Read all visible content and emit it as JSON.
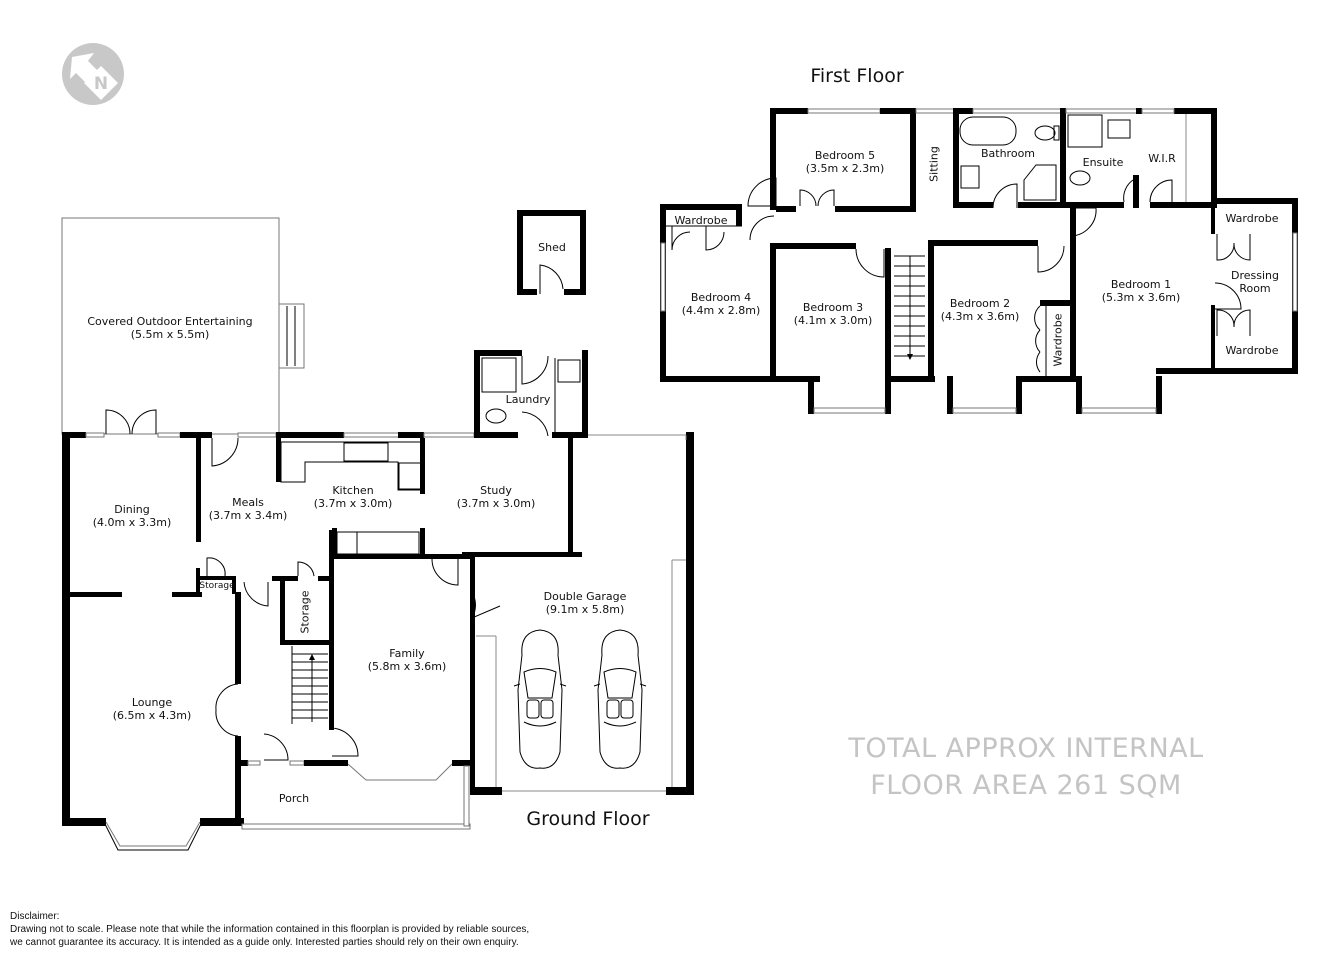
{
  "compass": {
    "icon": "north-arrow-icon",
    "letter": "N",
    "color": "#c8c8c8"
  },
  "first_floor": {
    "title": "First Floor",
    "rooms": [
      {
        "name": "Bedroom 5",
        "size": "(3.5m x 2.3m)"
      },
      {
        "name": "Sitting"
      },
      {
        "name": "Bathroom"
      },
      {
        "name": "Ensuite"
      },
      {
        "name": "W.I.R"
      },
      {
        "name": "Wardrobe"
      },
      {
        "name": "Bedroom 4",
        "size": "(4.4m x 2.8m)"
      },
      {
        "name": "Bedroom 3",
        "size": "(4.1m x 3.0m)"
      },
      {
        "name": "Bedroom 2",
        "size": "(4.3m x 3.6m)"
      },
      {
        "name": "Wardrobe"
      },
      {
        "name": "Bedroom 1",
        "size": "(5.3m x 3.6m)"
      },
      {
        "name": "Wardrobe"
      },
      {
        "name": "Dressing Room"
      },
      {
        "name": "Wardrobe"
      }
    ]
  },
  "ground_floor": {
    "title": "Ground Floor",
    "rooms": [
      {
        "name": "Covered Outdoor Entertaining",
        "size": "(5.5m x 5.5m)"
      },
      {
        "name": "Shed"
      },
      {
        "name": "Laundry"
      },
      {
        "name": "Dining",
        "size": "(4.0m x 3.3m)"
      },
      {
        "name": "Meals",
        "size": "(3.7m x 3.4m)"
      },
      {
        "name": "Kitchen",
        "size": "(3.7m x 3.0m)"
      },
      {
        "name": "Study",
        "size": "(3.7m x 3.0m)"
      },
      {
        "name": "Storage"
      },
      {
        "name": "Storage"
      },
      {
        "name": "Double Garage",
        "size": "(9.1m x 5.8m)"
      },
      {
        "name": "Family",
        "size": "(5.8m x 3.6m)"
      },
      {
        "name": "Lounge",
        "size": "(6.5m x 4.3m)"
      },
      {
        "name": "Porch"
      }
    ]
  },
  "total_area": {
    "line1": "TOTAL APPROX INTERNAL",
    "line2": "FLOOR AREA 261 SQM",
    "color": "#c4c4c4"
  },
  "disclaimer": {
    "heading": "Disclaimer:",
    "line1": "Drawing not to scale. Please note that while the information contained in this floorplan is provided by reliable sources,",
    "line2": "we cannot guarantee its accuracy. It is intended as a guide only. Interested parties should rely on their  own enquiry."
  }
}
